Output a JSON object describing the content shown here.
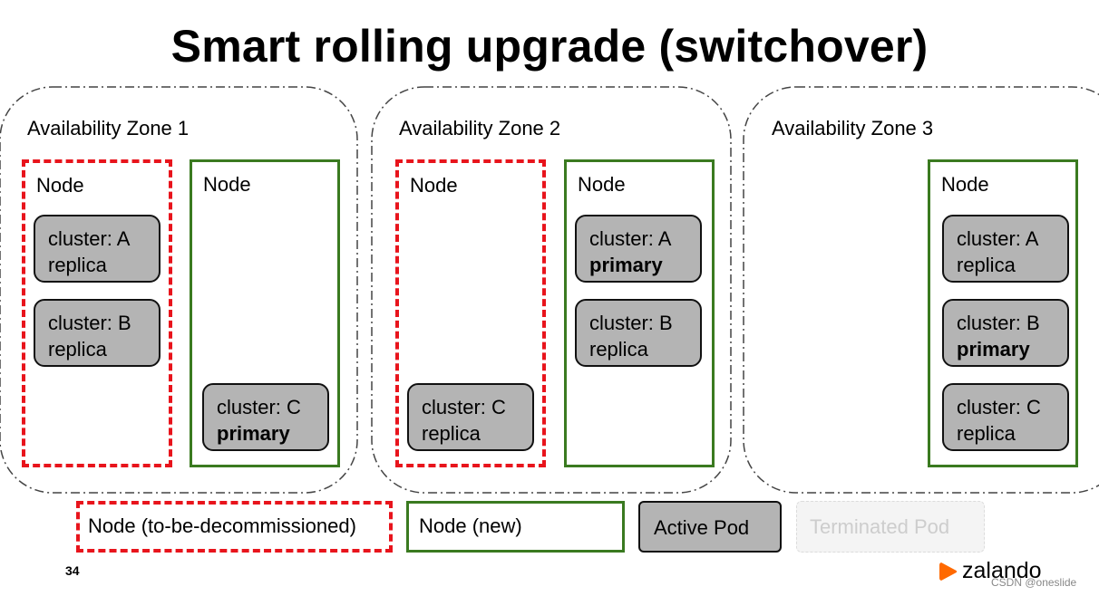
{
  "title": "Smart rolling upgrade (switchover)",
  "zones": [
    {
      "label": "Availability Zone 1",
      "nodes": [
        {
          "label": "Node",
          "kind": "to-be-decommissioned",
          "pods": [
            {
              "cluster": "cluster: A",
              "role": "replica",
              "bold": false
            },
            {
              "cluster": "cluster: B",
              "role": "replica",
              "bold": false
            }
          ]
        },
        {
          "label": "Node",
          "kind": "new",
          "pods": [
            {
              "cluster": "cluster: C",
              "role": "primary",
              "bold": true
            }
          ]
        }
      ]
    },
    {
      "label": "Availability Zone 2",
      "nodes": [
        {
          "label": "Node",
          "kind": "to-be-decommissioned",
          "pods": [
            {
              "cluster": "cluster: C",
              "role": "replica",
              "bold": false
            }
          ]
        },
        {
          "label": "Node",
          "kind": "new",
          "pods": [
            {
              "cluster": "cluster: A",
              "role": "primary",
              "bold": true
            },
            {
              "cluster": "cluster: B",
              "role": "replica",
              "bold": false
            }
          ]
        }
      ]
    },
    {
      "label": "Availability Zone 3",
      "nodes": [
        {
          "label": "Node",
          "kind": "new",
          "pods": [
            {
              "cluster": "cluster: A",
              "role": "replica",
              "bold": false
            },
            {
              "cluster": "cluster: B",
              "role": "primary",
              "bold": true
            },
            {
              "cluster": "cluster: C",
              "role": "replica",
              "bold": false
            }
          ]
        }
      ]
    }
  ],
  "legend": {
    "old_node": "Node (to-be-decommissioned)",
    "new_node": "Node (new)",
    "active_pod": "Active Pod",
    "terminated_pod": "Terminated Pod"
  },
  "page_number": "34",
  "brand": {
    "name": "zalando",
    "color": "#ff6900",
    "icon": "zalando-logo-icon"
  },
  "watermark": "CSDN @oneslide",
  "colors": {
    "old_node_border": "#e8141c",
    "new_node_border": "#3a7a20",
    "pod_fill": "#b4b4b4"
  }
}
